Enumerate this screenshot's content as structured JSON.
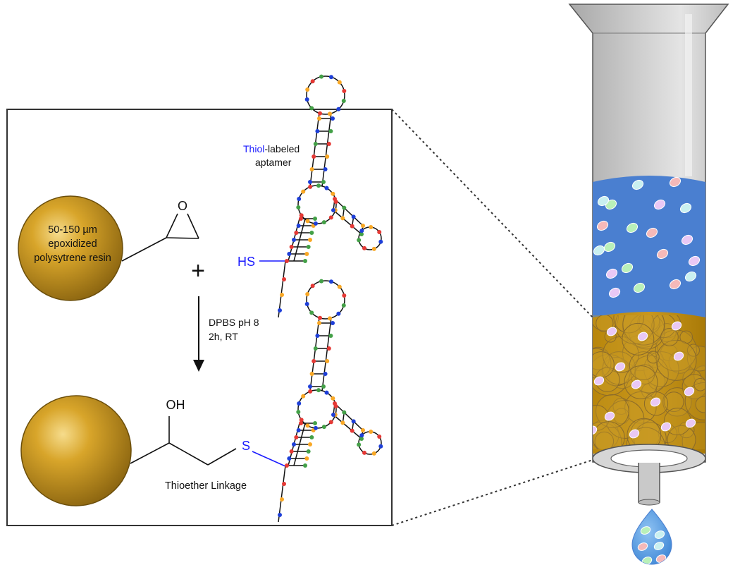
{
  "labels": {
    "thiol_word": "Thiol",
    "labeled_suffix": "-labeled",
    "aptamer_word": "aptamer",
    "oxygen": "O",
    "resin_line1": "50-150 µm",
    "resin_line2": "epoxidized",
    "resin_line3": "polysytrene resin",
    "hs": "HS",
    "plus": "+",
    "condition_line1": "DPBS pH 8",
    "condition_line2": "2h, RT",
    "hydroxyl": "OH",
    "sulfur": "S",
    "linkage": "Thioether Linkage"
  },
  "colors": {
    "resin_gold": "#b8860b",
    "thiol_blue": "#1a1aff",
    "buffer_blue": "#4a7fd0",
    "column_gray": "#c8c8c8",
    "nuc_red": "#e53935",
    "nuc_green": "#43a047",
    "nuc_blue": "#1e3fd8",
    "nuc_yellow": "#f9a825"
  }
}
